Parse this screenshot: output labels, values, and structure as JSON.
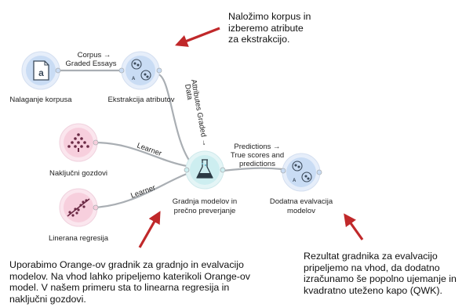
{
  "nodes": {
    "load_corpus": {
      "label": "Nalaganje korpusa",
      "icon": "document-icon"
    },
    "extract": {
      "label": "Ekstrakcija atributov",
      "icon": "text-extraction-icon"
    },
    "rf": {
      "label": "Naključni gozdovi",
      "icon": "random-forest-icon"
    },
    "lr": {
      "label": "Linerana regresija",
      "icon": "linear-regression-icon"
    },
    "test": {
      "label_1": "Gradnja modelov in",
      "label_2": "prečno preverjanje",
      "icon": "flask-icon"
    },
    "eval": {
      "label_1": "Dodatna evalvacija",
      "label_2": "modelov",
      "icon": "evaluation-icon"
    }
  },
  "edges": {
    "corpus": {
      "line_1": "Corpus →",
      "line_2": "Graded Essays"
    },
    "attrs": {
      "line_1": "Attributes Graded →",
      "line_2": "Data"
    },
    "learner_rf": "Learner",
    "learner_lr": "Learner",
    "pred": {
      "line_1": "Predictions →",
      "line_2": "True scores and",
      "line_3": "predictions"
    }
  },
  "annotations": {
    "top": [
      "Naložimo korpus in",
      "izberemo atribute",
      "za ekstrakcijo."
    ],
    "bottom_left": [
      "Uporabimo Orange-ov gradnik za gradnjo in evalvacijo",
      "modelov. Na vhod lahko pripeljemo katerikoli Orange-ov",
      "model. V našem primeru sta to linearna regresija in",
      "naključni gozdovi."
    ],
    "bottom_right": [
      "Rezultat gradnika za evalvacijo",
      "pripeljemo na vhod, da dodatno",
      "izračunamo še popolno ujemanje in",
      "kvadratno uteženo kapo (QWK)."
    ]
  },
  "colors": {
    "arrow": "#c0282a",
    "link": "#a9aeb3",
    "data_blue": "#c9dcf4",
    "model_pink": "#f7cfdd",
    "eval_teal": "#cdeef0"
  }
}
